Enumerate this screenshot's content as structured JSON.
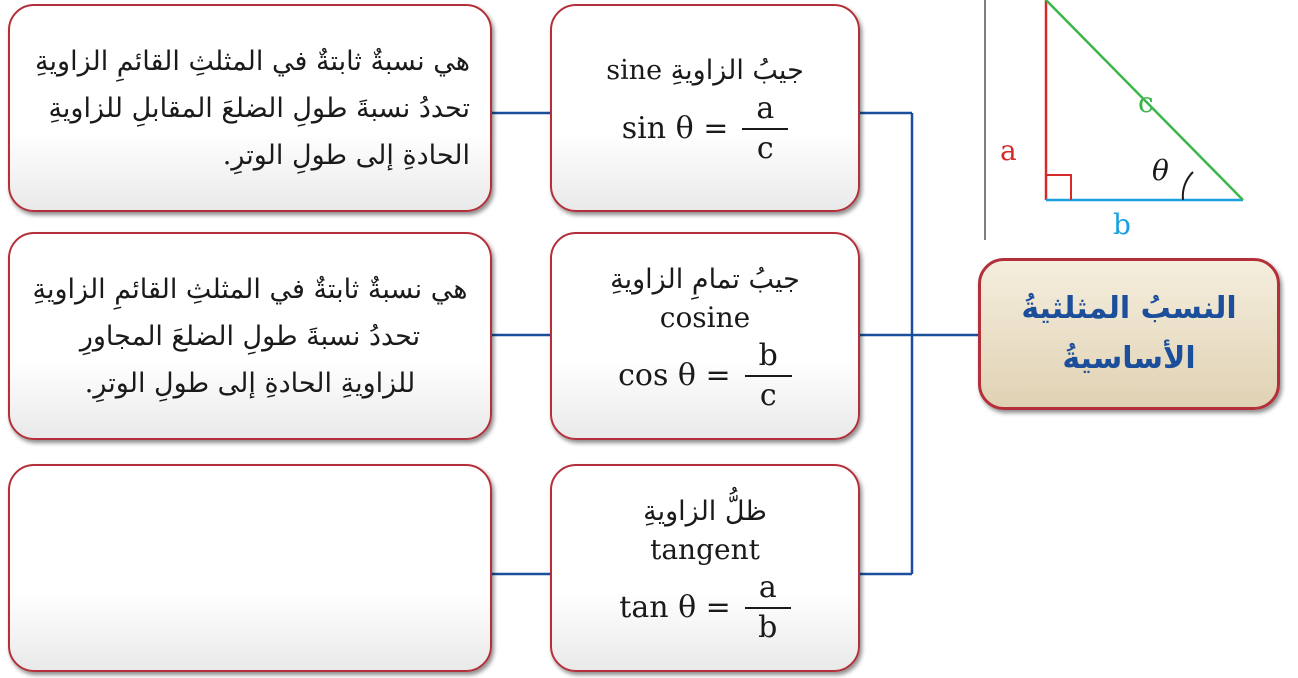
{
  "title": {
    "line1": "النسبُ المثلثيةُ",
    "line2": "الأساسيةُ"
  },
  "ratios": [
    {
      "name_ar": "جيبُ الزاويةِ sine",
      "name_en": "",
      "formula_lhs": "sin θ =",
      "numerator": "a",
      "denominator": "c",
      "definition": [
        "هي نسبةٌ ثابتةٌ في المثلثِ القائمِ الزاويةِ",
        "تحددُ نسبةَ طولِ الضلعَ المقابلِ للزاويةِ",
        "الحادةِ إلى طولِ الوترِ."
      ]
    },
    {
      "name_ar": "جيبُ تمامِ الزاويةِ",
      "name_en": "cosine",
      "formula_lhs": "cos θ =",
      "numerator": "b",
      "denominator": "c",
      "definition": [
        "هي نسبةٌ ثابتةٌ في المثلثِ القائمِ الزاويةِ",
        "تحددُ نسبةَ طولِ الضلعَ المجاورِ",
        "للزاويةِ الحادةِ إلى طولِ الوترِ."
      ]
    },
    {
      "name_ar": "ظلُّ الزاويةِ",
      "name_en": "tangent",
      "formula_lhs": "tan θ =",
      "numerator": "a",
      "denominator": "b",
      "definition": []
    }
  ],
  "triangle": {
    "side_a": "a",
    "side_b": "b",
    "side_c": "c",
    "angle": "θ",
    "colors": {
      "a": "#d42a2a",
      "b": "#1aa0e0",
      "c": "#3ab54a"
    }
  },
  "colors": {
    "border": "#b3303a",
    "connector": "#1b4f9c",
    "title_text": "#1b4f9c"
  }
}
